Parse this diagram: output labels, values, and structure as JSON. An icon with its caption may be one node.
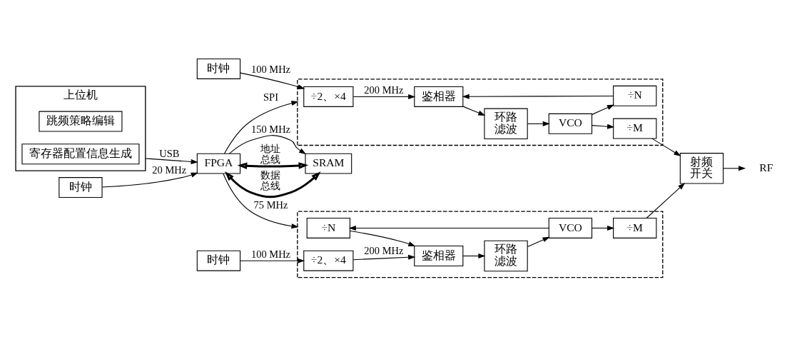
{
  "diagram": {
    "nodes": [
      {
        "text": [
          "上位机"
        ]
      },
      {
        "text": [
          "跳频策略编辑"
        ],
        "in": 0
      },
      {
        "text": [
          "寄存器配置信息生成"
        ],
        "in": 0
      },
      {
        "text": [
          "时钟"
        ]
      },
      {
        "text": [
          "FPGA"
        ]
      },
      {
        "text": [
          "SRAM"
        ]
      },
      {
        "text": [
          "时钟"
        ]
      },
      {
        "text": [],
        "shape": "box"
      },
      {
        "text": [
          "÷2、×4"
        ],
        "in": 7
      },
      {
        "text": [
          "鉴相器"
        ],
        "in": 7
      },
      {
        "text": [
          "环路滤波"
        ],
        "in": 7
      },
      {
        "text": [
          "VCO"
        ],
        "in": 7
      },
      {
        "text": [
          "÷M"
        ],
        "in": 7
      },
      {
        "text": [
          "÷N"
        ],
        "in": 7
      },
      {
        "text": [],
        "shape": "box"
      },
      {
        "text": [
          "÷N"
        ],
        "in": 14
      },
      {
        "text": [
          "鉴相器"
        ],
        "in": 14
      },
      {
        "text": [
          "环路滤波"
        ],
        "in": 14
      },
      {
        "text": [
          "VCO"
        ],
        "in": 14
      },
      {
        "text": [
          "÷M"
        ],
        "in": 14
      },
      {
        "text": [
          "÷2、×4"
        ],
        "in": 14
      },
      {
        "text": [
          "时钟"
        ]
      },
      {
        "text": [
          "射频开关"
        ]
      },
      {
        "text": [
          "RF"
        ]
      }
    ],
    "edges": [
      {
        "from": 0,
        "to": 4,
        "arrow": "to",
        "label": "USB"
      },
      {
        "from": 3,
        "to": 4,
        "arrow": "to",
        "label": "20 MHz"
      },
      {
        "from": 4,
        "to": 5,
        "arrow": "to",
        "label": "150 MHz"
      },
      {
        "from": 4,
        "to": 5,
        "arrow": "both",
        "label": "地址总线",
        "style": "thick"
      },
      {
        "from": 4,
        "to": 5,
        "arrow": "both",
        "label": "数据总线",
        "style": "thick"
      },
      {
        "from": 4,
        "to": 7,
        "arrow": "to",
        "label": "SPI"
      },
      {
        "from": 4,
        "to": 14,
        "arrow": "to",
        "label": "75 MHz"
      },
      {
        "from": 6,
        "to": 8,
        "arrow": "to",
        "label": "100 MHz"
      },
      {
        "from": 8,
        "to": 9,
        "arrow": "to",
        "label": "200 MHz"
      },
      {
        "from": 9,
        "to": 10,
        "arrow": "to"
      },
      {
        "from": 10,
        "to": 11,
        "arrow": "to"
      },
      {
        "from": 11,
        "to": 12,
        "arrow": "to"
      },
      {
        "from": 11,
        "to": 13,
        "arrow": "to"
      },
      {
        "from": 13,
        "to": 9,
        "arrow": "to"
      },
      {
        "from": 12,
        "to": 22,
        "arrow": "to"
      },
      {
        "from": 21,
        "to": 20,
        "arrow": "to",
        "label": "100 MHz"
      },
      {
        "from": 20,
        "to": 16,
        "arrow": "to",
        "label": "200 MHz"
      },
      {
        "from": 16,
        "to": 17,
        "arrow": "to"
      },
      {
        "from": 17,
        "to": 18,
        "arrow": "to"
      },
      {
        "from": 18,
        "to": 19,
        "arrow": "to"
      },
      {
        "from": 18,
        "to": 15,
        "arrow": "to"
      },
      {
        "from": 15,
        "to": 16,
        "arrow": "to"
      },
      {
        "from": 19,
        "to": 22,
        "arrow": "to"
      },
      {
        "from": 22,
        "to": 23,
        "arrow": "to"
      }
    ]
  }
}
